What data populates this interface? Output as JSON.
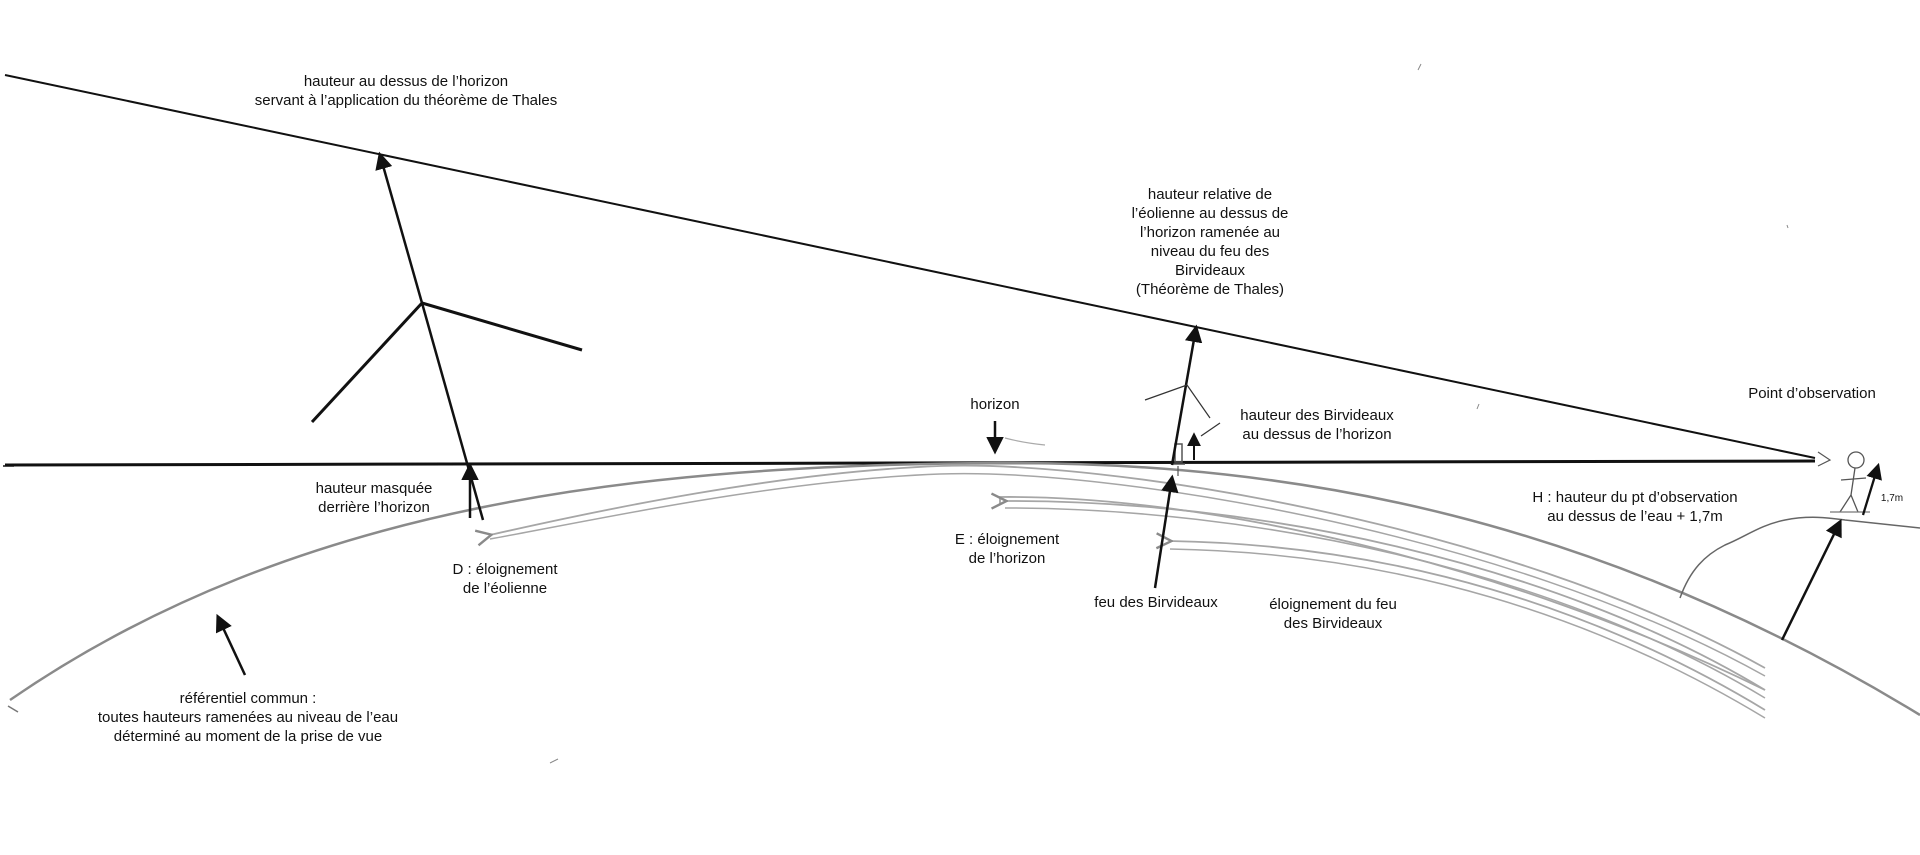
{
  "labels": {
    "thales_height": "hauteur au dessus de l’horizon\nservant à l’application du théorème de Thales",
    "relative_height": "hauteur relative de\nl’éolienne au dessus de\nl’horizon ramenée au\nniveau du feu des\nBirvideaux\n(Théorème de Thales)",
    "observation_point": "Point d’observation",
    "horizon": "horizon",
    "birvideaux_height": "hauteur des Birvideaux\nau dessus de l’horizon",
    "masked_height": "hauteur masquée\nderrière l’horizon",
    "turbine_distance": "D : éloignement\nde l’éolienne",
    "horizon_distance": "E : éloignement\nde l’horizon",
    "birvideaux_light": "feu des Birvideaux",
    "light_distance": "éloignement du feu\ndes Birvideaux",
    "observer_height": "H : hauteur du pt d’observation\nau dessus de l’eau + 1,7m",
    "person_height": "1,7m",
    "common_reference": "référentiel commun :\ntoutes hauteurs ramenées au niveau de l’eau\ndéterminé au moment de la prise de vue"
  },
  "colors": {
    "ink": "#111111",
    "pencil": "#8a8a8a",
    "pencil_light": "#b0b0b0"
  }
}
